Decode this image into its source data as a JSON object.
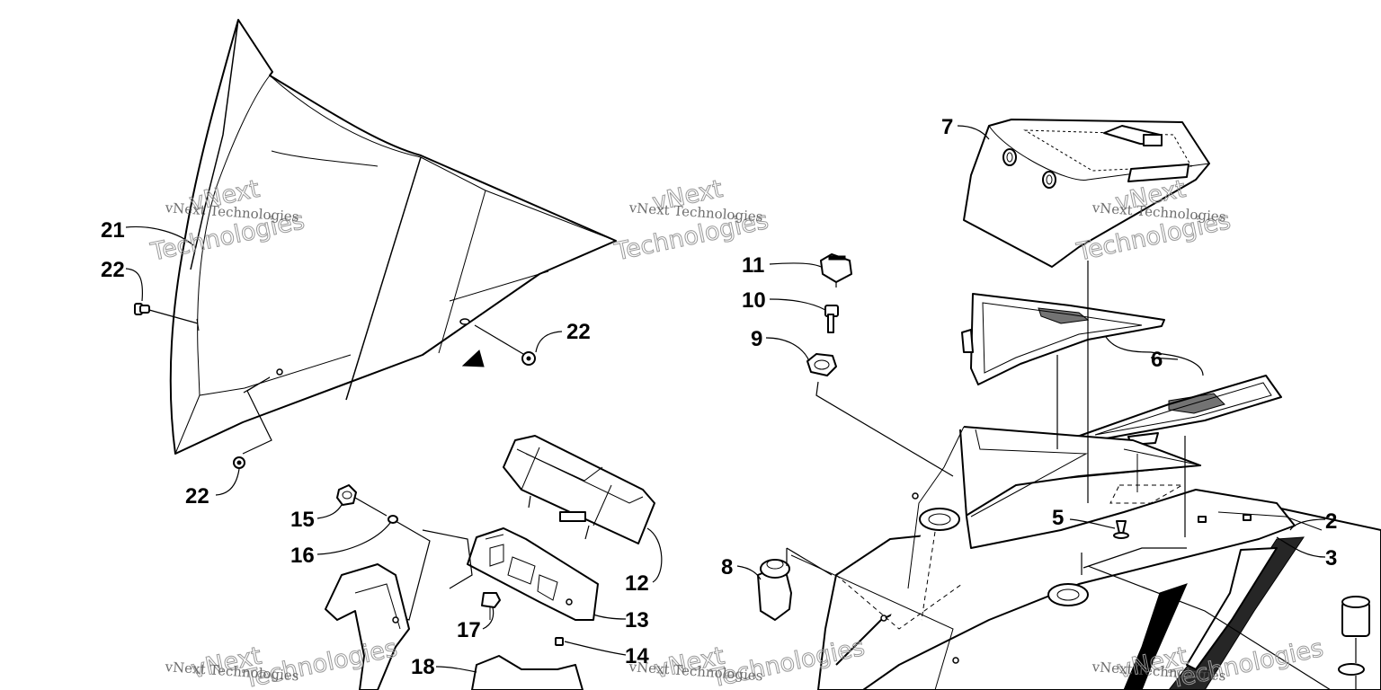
{
  "diagram": {
    "callouts": [
      {
        "id": "c21",
        "text": "21"
      },
      {
        "id": "c22a",
        "text": "22"
      },
      {
        "id": "c22b",
        "text": "22"
      },
      {
        "id": "c22c",
        "text": "22"
      },
      {
        "id": "c7",
        "text": "7"
      },
      {
        "id": "c11",
        "text": "11"
      },
      {
        "id": "c10",
        "text": "10"
      },
      {
        "id": "c9",
        "text": "9"
      },
      {
        "id": "c6",
        "text": "6"
      },
      {
        "id": "c5",
        "text": "5"
      },
      {
        "id": "c2",
        "text": "2"
      },
      {
        "id": "c3",
        "text": "3"
      },
      {
        "id": "c8",
        "text": "8"
      },
      {
        "id": "c12",
        "text": "12"
      },
      {
        "id": "c13",
        "text": "13"
      },
      {
        "id": "c14",
        "text": "14"
      },
      {
        "id": "c15",
        "text": "15"
      },
      {
        "id": "c16",
        "text": "16"
      },
      {
        "id": "c17",
        "text": "17"
      },
      {
        "id": "c18",
        "text": "18"
      }
    ],
    "watermark": {
      "small": "vNext Technologies",
      "large_top": "vNext",
      "large_bottom": "Technologies"
    }
  }
}
